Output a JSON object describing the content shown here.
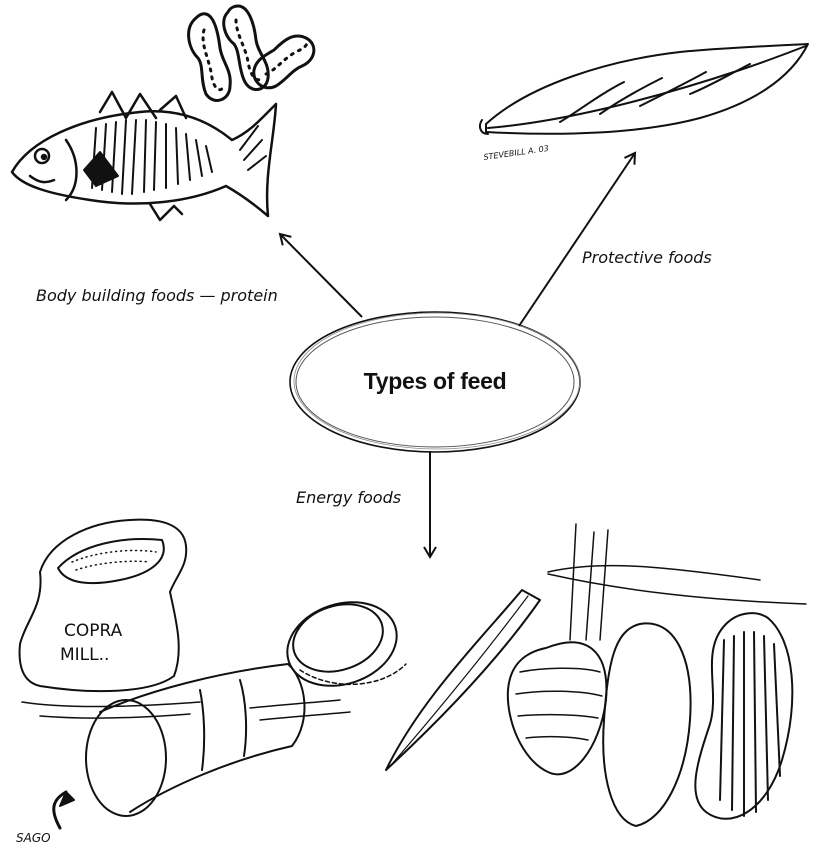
{
  "diagram": {
    "center": {
      "title": "Types of feed"
    },
    "branches": [
      {
        "label": "Body building foods — protein"
      },
      {
        "label": "Protective foods"
      },
      {
        "label": "Energy foods"
      }
    ],
    "illustration_text": {
      "signature": "STEVEBILL A. 03",
      "sack": [
        "COPRA",
        "MILL.."
      ],
      "sago": "SAGO"
    }
  }
}
